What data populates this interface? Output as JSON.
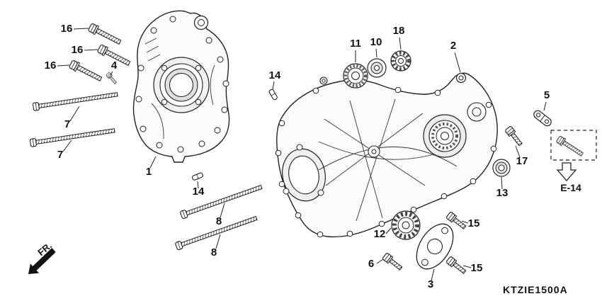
{
  "diagram": {
    "code": "KTZIE1500A",
    "fr": "FR.",
    "ref": "E-14"
  },
  "colors": {
    "line": "#1a1a1a",
    "background": "#ffffff"
  },
  "callouts": [
    {
      "label": "16"
    },
    {
      "label": "16"
    },
    {
      "label": "16"
    },
    {
      "label": "4"
    },
    {
      "label": "14"
    },
    {
      "label": "7"
    },
    {
      "label": "7"
    },
    {
      "label": "1"
    },
    {
      "label": "14"
    },
    {
      "label": "8"
    },
    {
      "label": "8"
    },
    {
      "label": "11"
    },
    {
      "label": "10"
    },
    {
      "label": "18"
    },
    {
      "label": "2"
    },
    {
      "label": "5"
    },
    {
      "label": "17"
    },
    {
      "label": "13"
    },
    {
      "label": "12"
    },
    {
      "label": "15"
    },
    {
      "label": "15"
    },
    {
      "label": "6"
    },
    {
      "label": "3"
    }
  ]
}
